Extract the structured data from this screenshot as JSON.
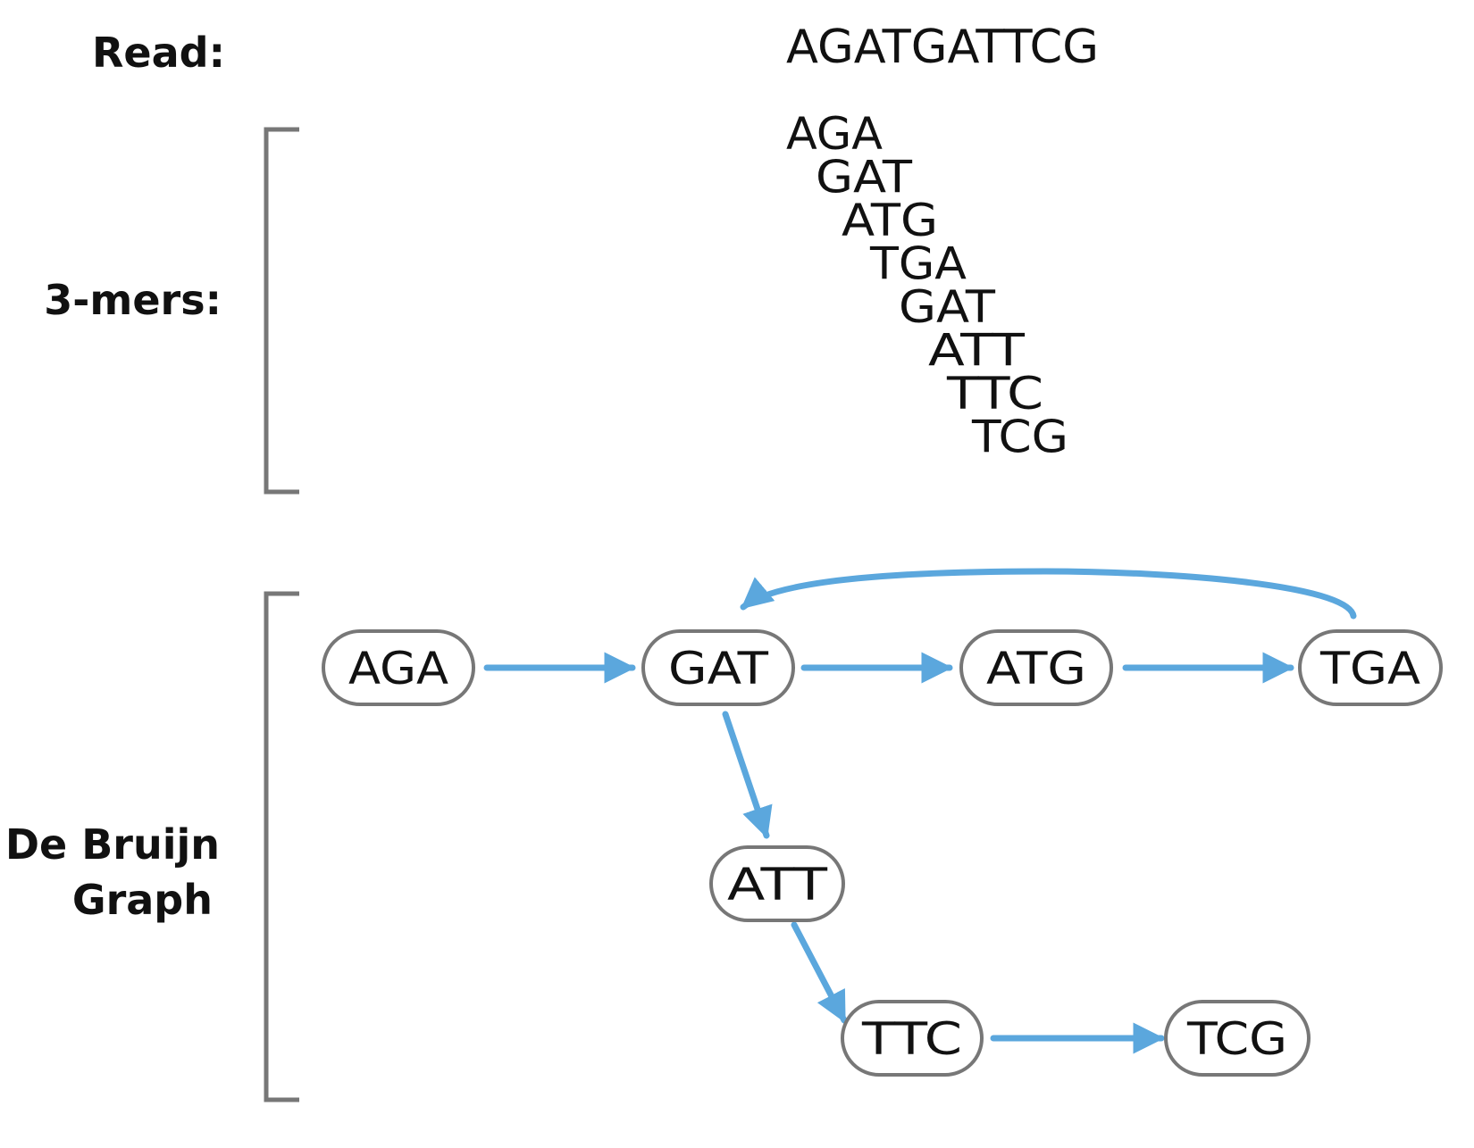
{
  "labels": {
    "read": "Read:",
    "kmers": "3-mers:",
    "graph_line1": "De Bruijn",
    "graph_line2": "Graph"
  },
  "read_sequence": "AGATGATTCG",
  "kmers": [
    "AGA",
    "GAT",
    "ATG",
    "TGA",
    "GAT",
    "ATT",
    "TTC",
    "TCG"
  ],
  "graph": {
    "nodes": [
      {
        "id": "AGA",
        "label": "AGA"
      },
      {
        "id": "GAT",
        "label": "GAT"
      },
      {
        "id": "ATG",
        "label": "ATG"
      },
      {
        "id": "TGA",
        "label": "TGA"
      },
      {
        "id": "ATT",
        "label": "ATT"
      },
      {
        "id": "TTC",
        "label": "TTC"
      },
      {
        "id": "TCG",
        "label": "TCG"
      }
    ],
    "edges": [
      {
        "from": "AGA",
        "to": "GAT"
      },
      {
        "from": "GAT",
        "to": "ATG"
      },
      {
        "from": "ATG",
        "to": "TGA"
      },
      {
        "from": "TGA",
        "to": "GAT"
      },
      {
        "from": "GAT",
        "to": "ATT"
      },
      {
        "from": "ATT",
        "to": "TTC"
      },
      {
        "from": "TTC",
        "to": "TCG"
      }
    ]
  },
  "colors": {
    "edge": "#5BA7DD",
    "node_border": "#777777",
    "bracket": "#777777",
    "text": "#111111"
  }
}
